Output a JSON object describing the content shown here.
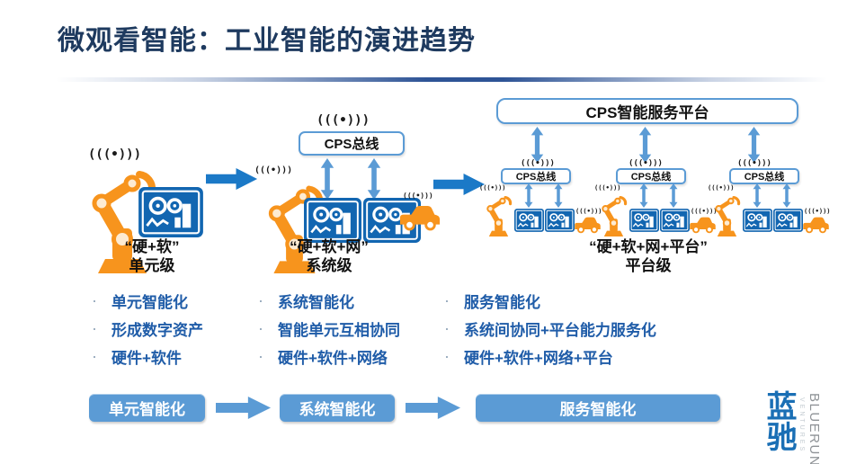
{
  "title": "微观看智能：工业智能的演进趋势",
  "icons": {
    "wifi_glyph": "(((•)))"
  },
  "diagram": {
    "platform_box_label": "CPS智能服务平台",
    "bus_label": "CPS总线",
    "stages": [
      {
        "line1": "“硬+软”",
        "line2": "单元级"
      },
      {
        "line1": "“硬+软+网”",
        "line2": "系统级"
      },
      {
        "line1": "“硬+软+网+平台”",
        "line2": "平台级"
      }
    ]
  },
  "bullets": {
    "col1": [
      "单元智能化",
      "形成数字资产",
      "硬件+软件"
    ],
    "col2": [
      "系统智能化",
      "智能单元互相协同",
      "硬件+软件+网络"
    ],
    "col3": [
      "服务智能化",
      "系统间协同+平台能力服务化",
      "硬件+软件+网络+平台"
    ]
  },
  "banners": [
    "单元智能化",
    "系统智能化",
    "服务智能化"
  ],
  "logo": {
    "chinese": "蓝驰",
    "name": "BLUERUN",
    "subtitle": "VENTURES"
  },
  "colors": {
    "title_navy": "#1E3A5F",
    "divider_blue": "#2E5496",
    "accent_blue": "#5B9BD5",
    "arrow_blue": "#1B79C7",
    "bullet_text_blue": "#1F5CA8",
    "robot_orange": "#F7941D",
    "monitor_blue": "#1266B1",
    "logo_blue": "#1A6FB5",
    "logo_gray": "#8E9296"
  }
}
